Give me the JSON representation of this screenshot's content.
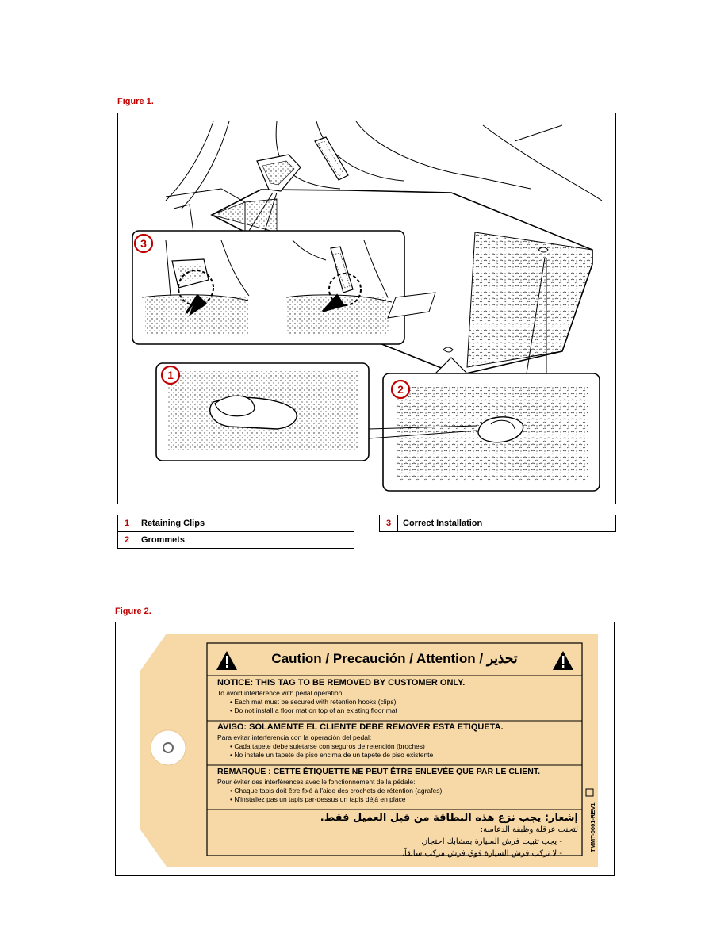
{
  "figure1": {
    "caption": "Figure 1.",
    "callouts": [
      "1",
      "2",
      "3"
    ],
    "legend_left": [
      {
        "num": "1",
        "label": "Retaining Clips"
      },
      {
        "num": "2",
        "label": "Grommets"
      }
    ],
    "legend_right": [
      {
        "num": "3",
        "label": "Correct Installation"
      }
    ]
  },
  "figure2": {
    "caption": "Figure 2.",
    "tag": {
      "header": "Caution / Precaución / Attention / تحذير",
      "sections": [
        {
          "title": "NOTICE: THIS TAG TO BE REMOVED BY CUSTOMER ONLY.",
          "intro": "To avoid interference with pedal operation:",
          "bullets": [
            "• Each mat must be secured with retention hooks (clips)",
            "• Do not install a floor mat on top of an existing floor mat"
          ]
        },
        {
          "title": "AVISO: SOLAMENTE EL CLIENTE DEBE REMOVER ESTA ETIQUETA.",
          "intro": "Para evitar interferencia con la operación del pedal:",
          "bullets": [
            "• Cada tapete debe sujetarse con seguros de retención (broches)",
            "• No instale un tapete de piso encima de un tapete de piso existente"
          ]
        },
        {
          "title": "REMARQUE : CETTE ÉTIQUETTE NE PEUT ÊTRE ENLEVÉE QUE PAR LE CLIENT.",
          "intro": "Pour éviter des interférences avec le fonctionnement de la pédale:",
          "bullets": [
            "• Chaque tapis doit être fixé à l'aide des crochets de rétention (agrafes)",
            "• N'installez pas un tapis par-dessus un tapis déjà en place"
          ]
        },
        {
          "title": "إشعار: يجب نزع هذه البطاقة من قبل العميل فقط.",
          "intro": "لتجنب عرقلة وظيفة الدعاسة:",
          "bullets": [
            "- يجب تثبيت فرش السيارة بمشابك احتجاز.",
            "- لا تركب فرش السيارة فوق فرش مركب سابقاً."
          ]
        }
      ],
      "side_code": "TMMT-0001-REV1",
      "colors": {
        "tag": "#f7d9a8",
        "border": "#000000"
      }
    }
  }
}
